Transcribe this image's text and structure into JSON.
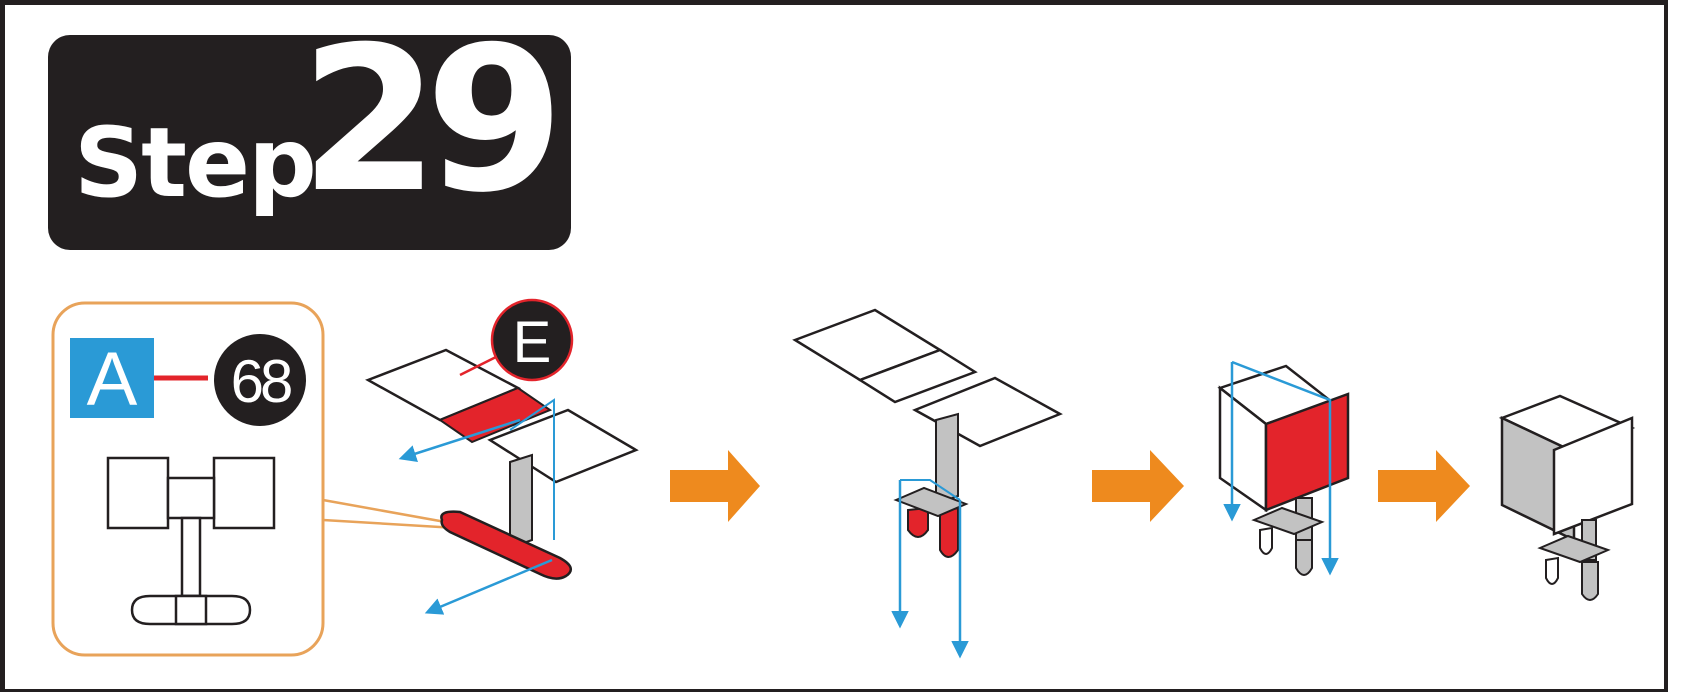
{
  "step": {
    "word": "Step",
    "number": "29"
  },
  "part": {
    "sprue": "A",
    "number": "68"
  },
  "marker": {
    "letter": "E"
  },
  "colors": {
    "badge": "#231f20",
    "accent_red": "#e3242b",
    "sprue_blue": "#2a9ad6",
    "arrow_orange": "#ee8a1e",
    "fold_line_blue": "#2a9ad6",
    "panel_gray": "#c2c2c2",
    "callout_orange": "#e8a35a"
  },
  "icons": [
    "fold-direction-arrow-icon",
    "next-step-arrow-icon"
  ]
}
